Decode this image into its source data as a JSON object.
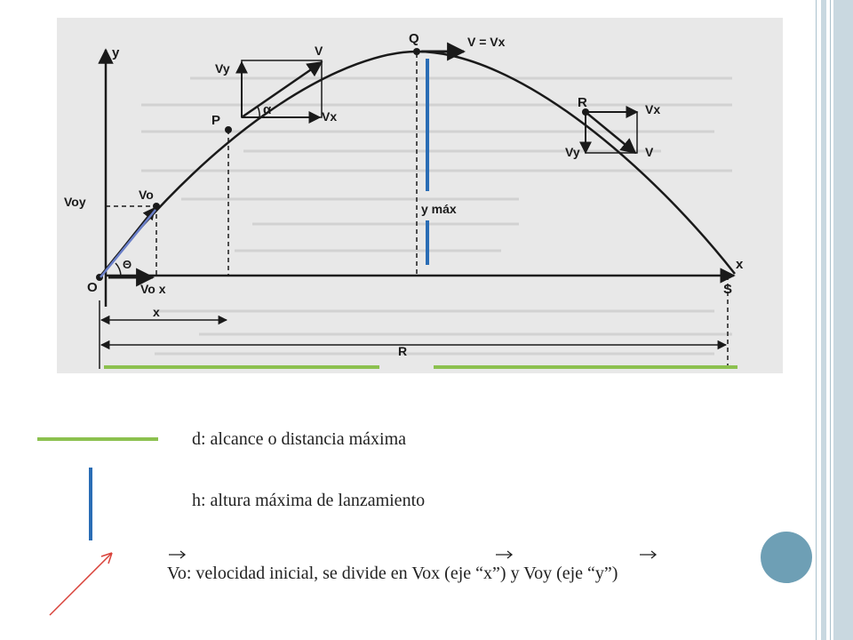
{
  "colors": {
    "green_line": "#8cc14f",
    "blue_line": "#2a6db5",
    "red_arrow": "#d9423a",
    "deco_circle": "#6e9fb5",
    "right_bar_light": "#c9d8e0",
    "right_bar_mid": "#a9c1cd",
    "scan_bg": "#e8e8e8",
    "ink": "#1a1a1a"
  },
  "diagram": {
    "label_o": "O",
    "label_y": "y",
    "label_x_axis": "x",
    "label_s": "S",
    "label_p": "P",
    "label_q": "Q",
    "label_r": "R",
    "label_vo": "Vo",
    "label_voy": "Voy",
    "label_vox": "Vo x",
    "label_theta": "Θ",
    "label_alpha": "α",
    "label_vy_p": "Vy",
    "label_v_p": "V",
    "label_vx_p": "Vx",
    "label_vq": "V = Vx",
    "label_vx_r": "Vx",
    "label_vy_r": "Vy",
    "label_v_r": "V",
    "label_ymax": "y máx",
    "label_x_dist": "x",
    "label_range": "R"
  },
  "legend": {
    "d_text": "d: alcance o distancia máxima",
    "h_text": "h: altura máxima de lanzamiento",
    "vo_text": "Vo: velocidad inicial, se divide en Vox (eje “x”) y Voy (eje “y”)"
  }
}
